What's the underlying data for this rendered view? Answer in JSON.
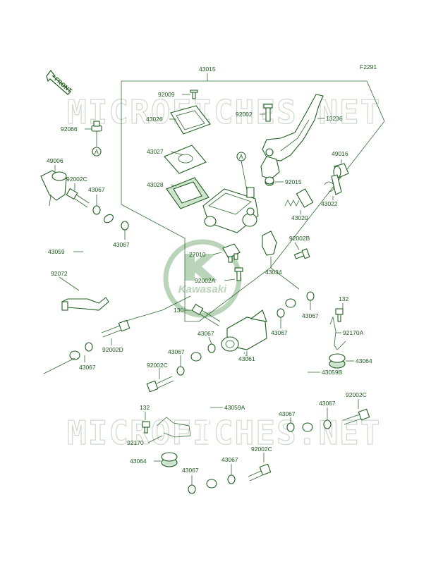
{
  "figure_code": "F2291",
  "front_label": "FRONT",
  "logo_text": "Kawasaki",
  "watermark": "MICROFICHES.NET",
  "labels": {
    "p43015": "43015",
    "p92009": "92009",
    "p43026": "43026",
    "p43027": "43027",
    "p43028": "43028",
    "p92002": "92002",
    "p13236": "13236",
    "p49016": "49016",
    "p92015": "92015",
    "p43022": "43022",
    "p43020": "43020",
    "p92002B": "92002B",
    "p43034": "43034",
    "p27010": "27010",
    "p92002A": "92002A",
    "p92066": "92066",
    "p49006": "49006",
    "p92002C_a": "92002C",
    "p43067_a": "43067",
    "p43067_b": "43067",
    "p43059": "43059",
    "p92072": "92072",
    "p92002D": "92002D",
    "p43067_c": "43067",
    "p130": "130",
    "p43067_d": "43067",
    "p43061": "43061",
    "p43067_e": "43067",
    "p43067_f": "43067",
    "p132_a": "132",
    "p92170A": "92170A",
    "p43064_a": "43064",
    "p43059B": "43059B",
    "p43067_g": "43067",
    "p92002C_b": "92002C",
    "p43059A": "43059A",
    "p43067_h": "43067",
    "p92002C_c": "92002C",
    "p43067_i": "43067",
    "p132_b": "132",
    "p92170": "92170",
    "p43064_b": "43064",
    "p43067_j": "43067",
    "p43067_k": "43067",
    "p92002C_d": "92002C",
    "ref_a1": "A",
    "ref_a2": "A"
  },
  "colors": {
    "ink": "#1f5f1f",
    "label": "#1d5a1d",
    "watermark": "#cfd8cf"
  }
}
